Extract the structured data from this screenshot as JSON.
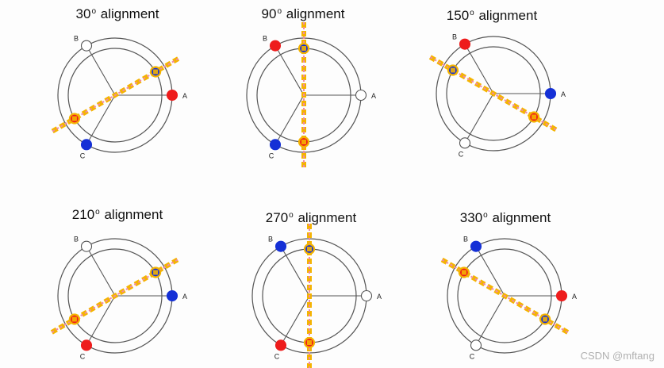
{
  "panels": [
    {
      "number": "30",
      "degree_mark": "o",
      "word": "alignment",
      "alignment_deg": 30,
      "labels": {
        "a": "A",
        "b": "B",
        "c": "C"
      },
      "filled": {
        "a": "red",
        "b": "none",
        "c": "blue"
      }
    },
    {
      "number": "90",
      "degree_mark": "o",
      "word": "alignment",
      "alignment_deg": 90,
      "labels": {
        "a": "A",
        "b": "B",
        "c": "C"
      },
      "filled": {
        "a": "none",
        "b": "red",
        "c": "blue"
      }
    },
    {
      "number": "150",
      "degree_mark": "o",
      "word": "alignment",
      "alignment_deg": 150,
      "labels": {
        "a": "A",
        "b": "B",
        "c": "C"
      },
      "filled": {
        "a": "blue",
        "b": "red",
        "c": "none"
      }
    },
    {
      "number": "210",
      "degree_mark": "o",
      "word": "alignment",
      "alignment_deg": 210,
      "labels": {
        "a": "A",
        "b": "B",
        "c": "C"
      },
      "filled": {
        "a": "blue",
        "b": "none",
        "c": "red"
      }
    },
    {
      "number": "270",
      "degree_mark": "o",
      "word": "alignment",
      "alignment_deg": 270,
      "labels": {
        "a": "A",
        "b": "B",
        "c": "C"
      },
      "filled": {
        "a": "none",
        "b": "blue",
        "c": "red"
      }
    },
    {
      "number": "330",
      "degree_mark": "o",
      "word": "alignment",
      "alignment_deg": 330,
      "labels": {
        "a": "A",
        "b": "B",
        "c": "C"
      },
      "filled": {
        "a": "red",
        "b": "blue",
        "c": "none"
      }
    }
  ],
  "watermark": "CSDN @mftang",
  "colors": {
    "red": "#ee1c1c",
    "blue": "#1530d6",
    "axis_line": "#f4b400",
    "inner_line": "#f08aa6",
    "stroke": "#555555",
    "open_marker": "#ffffff"
  }
}
